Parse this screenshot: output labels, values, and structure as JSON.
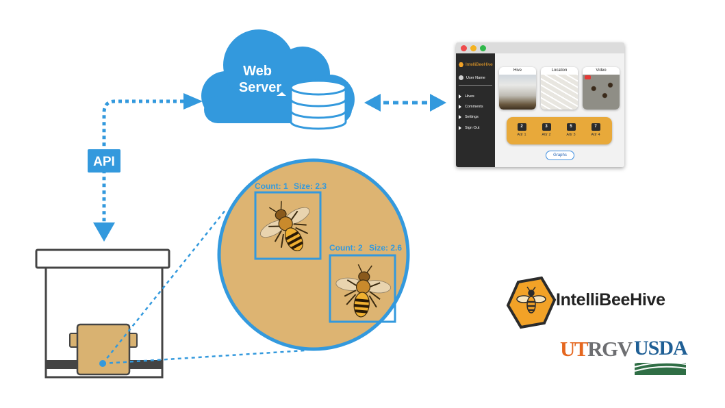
{
  "server": {
    "line1": "Web",
    "line2": "Server"
  },
  "api_label": "API",
  "detections": [
    {
      "count_label": "Count: 1",
      "size_label": "Size: 2.3"
    },
    {
      "count_label": "Count: 2",
      "size_label": "Size: 2.6"
    }
  ],
  "app": {
    "brand": "IntelliBeeHive",
    "user": "User Name",
    "nav": [
      "Hives",
      "Comments",
      "Settings",
      "Sign Out"
    ],
    "cards": [
      "Hive",
      "Location",
      "Video"
    ],
    "attributes": [
      {
        "value": "2",
        "label": "Attr 1"
      },
      {
        "value": "3",
        "label": "Attr 2"
      },
      {
        "value": "5",
        "label": "Attr 3"
      },
      {
        "value": "7",
        "label": "Attr 4"
      }
    ],
    "graphs_button": "Graphs"
  },
  "logos": {
    "intellibeehive": "IntelliBeeHive",
    "utrgv_ut": "UT",
    "utrgv_rgv": "RGV",
    "usda": "USDA"
  },
  "colors": {
    "accent_blue": "#3399dd",
    "honey": "#ddb472",
    "orange": "#f2a227",
    "utrgv_orange": "#e5671f",
    "utrgv_gray": "#6d6e71",
    "usda_blue": "#1f5f95",
    "usda_green": "#2f6e45"
  }
}
